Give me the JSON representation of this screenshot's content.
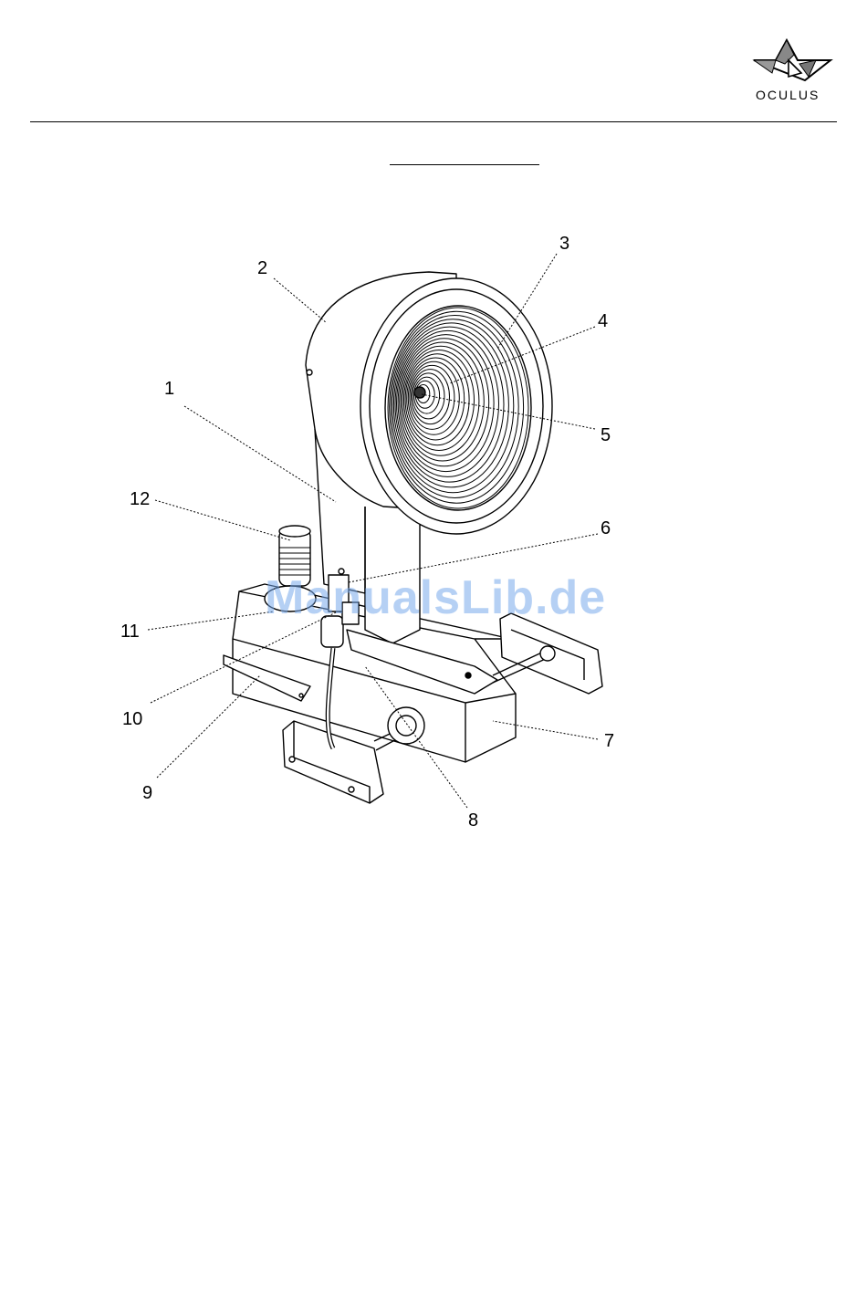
{
  "header": {
    "logo_text": "OCULUS"
  },
  "figure": {
    "callouts": [
      "1",
      "2",
      "3",
      "4",
      "5",
      "6",
      "7",
      "8",
      "9",
      "10",
      "11",
      "12"
    ]
  },
  "watermark": "ManualsLib.de"
}
